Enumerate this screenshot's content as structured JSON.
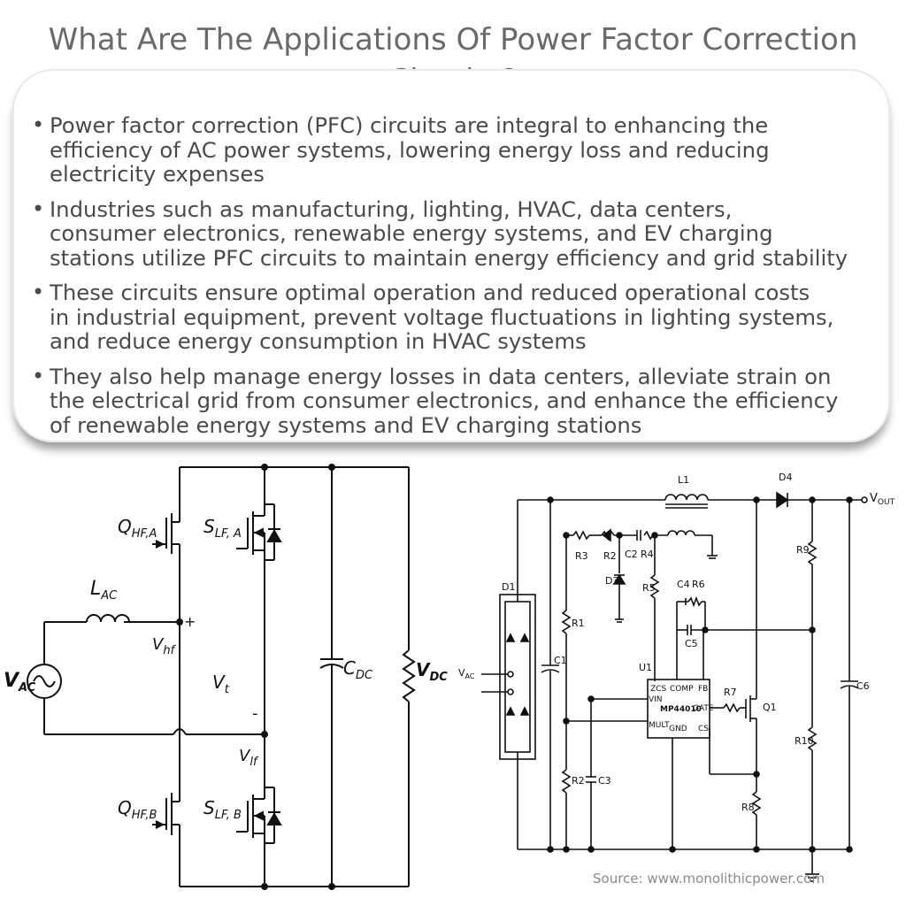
{
  "title": "What Are The Applications Of Power Factor Correction Circuits?",
  "bullets": [
    "Power factor correction (PFC) circuits are integral to enhancing the\nefficiency of AC power systems, lowering energy loss and reducing\nelectricity expenses",
    "Industries such as manufacturing, lighting, HVAC, data centers,\nconsumer electronics, renewable energy systems, and EV charging\nstations utilize PFC circuits to maintain energy efficiency and grid stability",
    "These circuits ensure optimal operation and reduced operational costs\nin industrial equipment, prevent voltage fluctuations in lighting systems,\nand reduce energy consumption in HVAC systems",
    "They also help manage energy losses in data centers, alleviate strain on\nthe electrical grid from consumer electronics, and enhance the efficiency\nof renewable energy systems and EV charging stations"
  ],
  "left_circuit": {
    "q_hf_a": "Q",
    "q_hf_a_sub": "HF,A",
    "s_lf_a": "S",
    "s_lf_a_sub": "LF, A",
    "l_ac": "L",
    "l_ac_sub": "AC",
    "v_hf": "V",
    "v_hf_sub": "hf",
    "plus": "+",
    "minus": "-",
    "v_t": "V",
    "v_t_sub": "t",
    "c_dc": "C",
    "c_dc_sub": "DC",
    "v_dc": "V",
    "v_dc_sub": "DC",
    "v_ac": "V",
    "v_ac_sub": "AC",
    "v_lf": "V",
    "v_lf_sub": "lf",
    "q_hf_b": "Q",
    "q_hf_b_sub": "HF,B",
    "s_lf_b": "S",
    "s_lf_b_sub": "LF, B"
  },
  "right_circuit": {
    "l1": "L1",
    "d4": "D4",
    "vout": "V",
    "vout_sub": "OUT",
    "r3": "R3",
    "r2_top": "R2",
    "c2": "C2",
    "r4": "R4",
    "r9": "R9",
    "d3": "D3",
    "r5": "R5",
    "c4": "C4",
    "r6": "R6",
    "d1": "D1",
    "r1": "R1",
    "c5": "C5",
    "vac": "V",
    "vac_sub": "AC",
    "c1": "C1",
    "u1": "U1",
    "zcs": "ZCS",
    "comp": "COMP",
    "fb": "FB",
    "vin": "VIN",
    "chip": "MP44010",
    "gate": "GATE",
    "mult": "MULT",
    "gnd": "GND",
    "cs": "CS",
    "r7": "R7",
    "q1": "Q1",
    "c6": "C6",
    "r10": "R10",
    "r2_bottom": "R2",
    "c3": "C3",
    "r8": "R8",
    "source": "Source: www.monolithicpower.com"
  }
}
